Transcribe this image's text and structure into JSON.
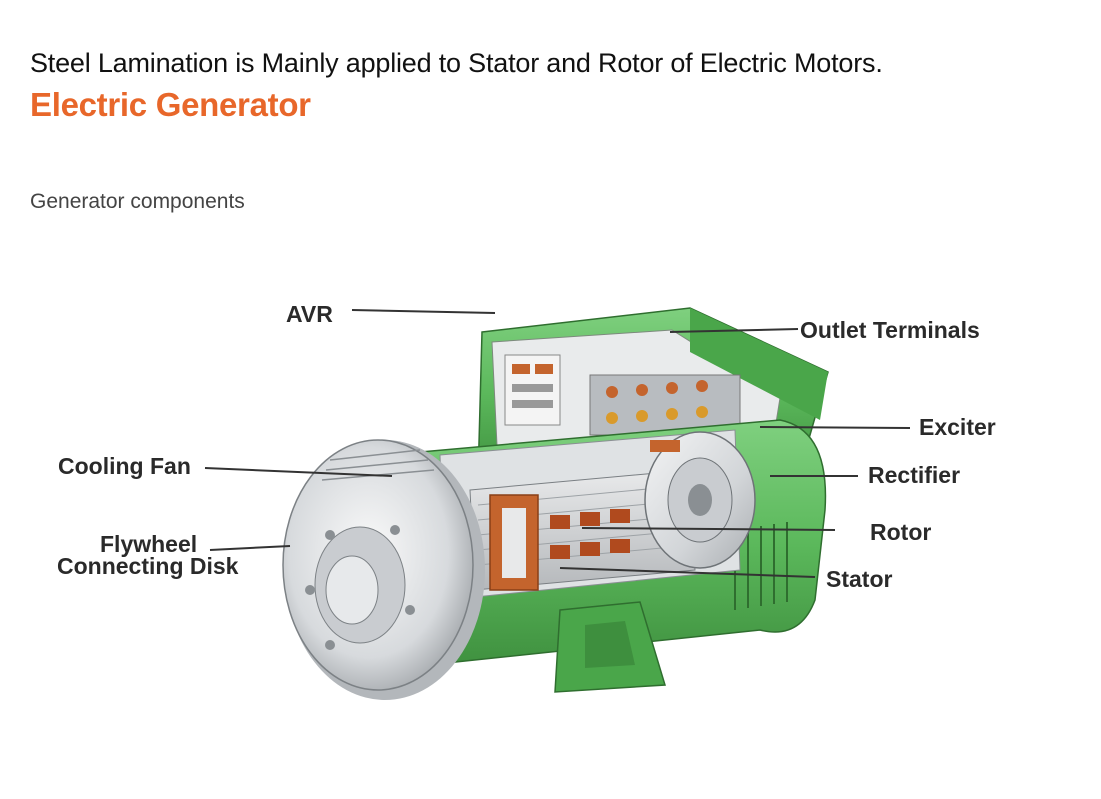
{
  "header": {
    "intro": "Steel Lamination is Mainly applied to Stator and Rotor of Electric Motors.",
    "title": "Electric Generator",
    "title_color": "#e8672a"
  },
  "figure": {
    "caption": "Generator components",
    "labels": {
      "avr": "AVR",
      "outlet_terminals": "Outlet Terminals",
      "exciter": "Exciter",
      "cooling_fan": "Cooling Fan",
      "rectifier": "Rectifier",
      "flywheel_line1": "Flywheel",
      "flywheel_line2": "Connecting Disk",
      "rotor": "Rotor",
      "stator": "Stator"
    },
    "colors": {
      "housing_green": "#5bb85b",
      "housing_dark": "#3e8f3e",
      "metal_light": "#e4e6e8",
      "metal_mid": "#b9bdc1",
      "copper": "#c4642d"
    }
  }
}
